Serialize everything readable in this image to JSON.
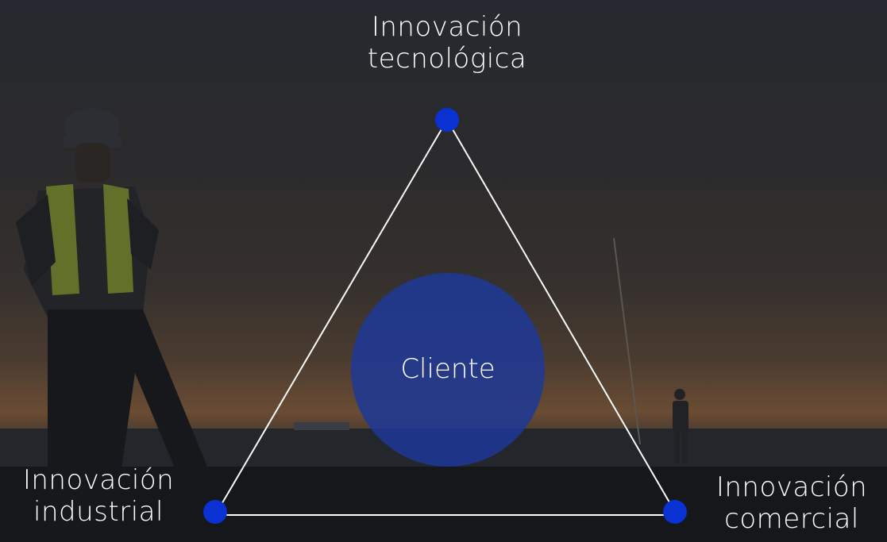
{
  "diagram": {
    "center": {
      "label": "Cliente",
      "color": "#1d3898"
    },
    "nodes": [
      {
        "id": "top",
        "lines": [
          "Innovación",
          "tecnológica"
        ]
      },
      {
        "id": "left",
        "lines": [
          "Innovación",
          "industrial"
        ]
      },
      {
        "id": "right",
        "lines": [
          "Innovación",
          "comercial"
        ]
      }
    ],
    "node_color": "#0a31d1",
    "edge_color": "#ffffff"
  }
}
